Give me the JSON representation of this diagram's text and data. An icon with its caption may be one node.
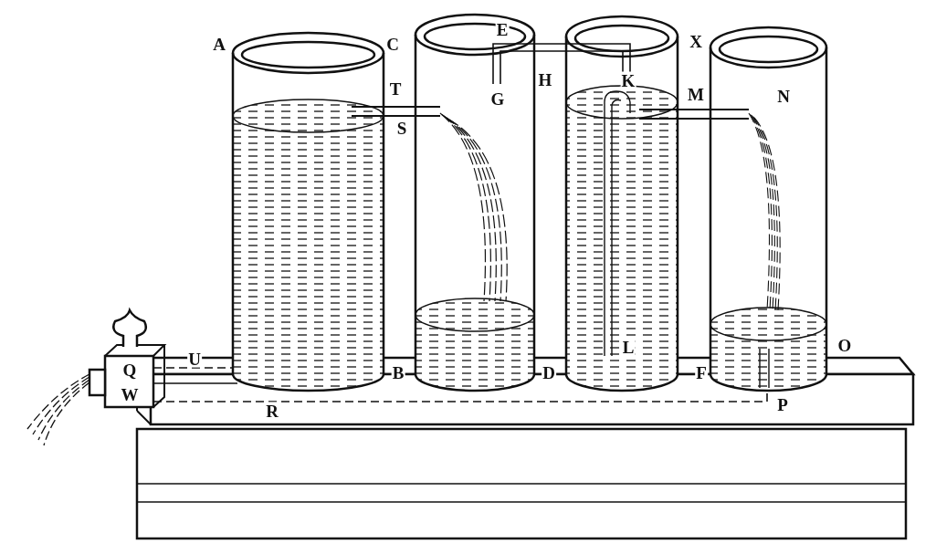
{
  "diagram": {
    "labels": [
      "A",
      "C",
      "E",
      "X",
      "T",
      "G",
      "H",
      "K",
      "M",
      "N",
      "S",
      "L",
      "U",
      "O",
      "Q",
      "W",
      "B",
      "D",
      "F",
      "R",
      "P"
    ]
  }
}
